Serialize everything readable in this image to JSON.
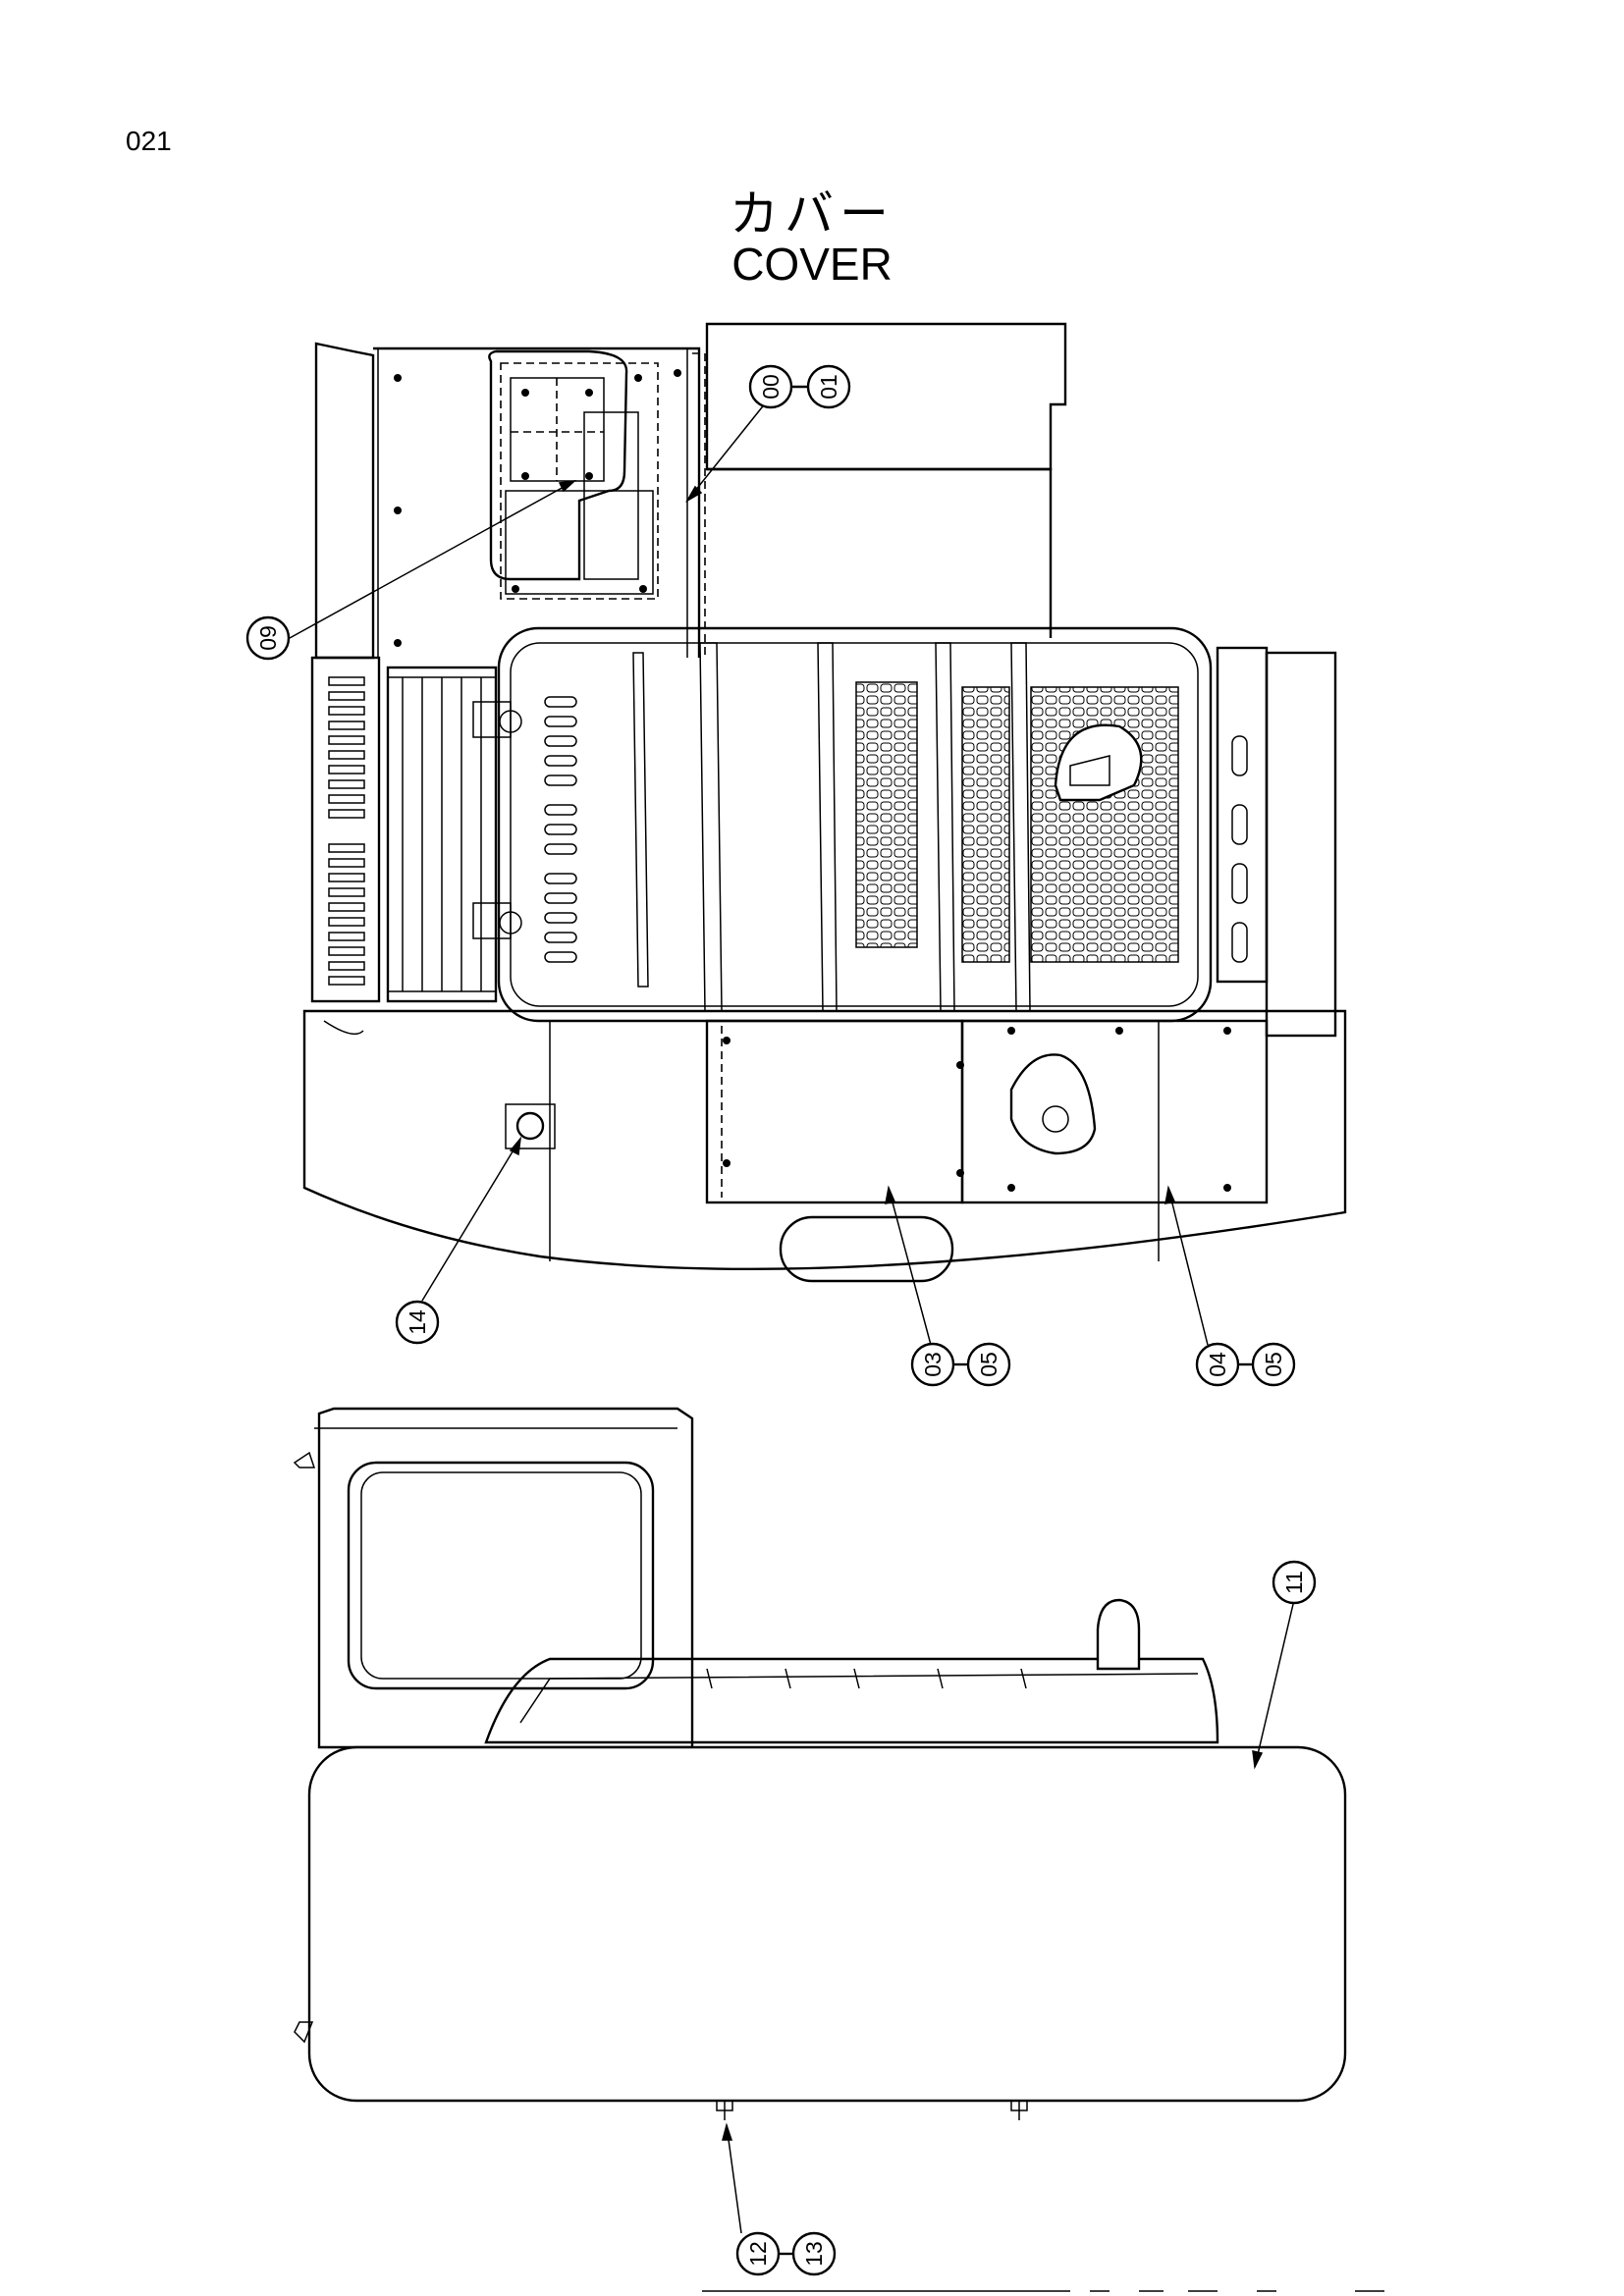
{
  "page": {
    "number": "021"
  },
  "title": {
    "japanese": "カバー",
    "english": "COVER"
  },
  "callouts": [
    {
      "id": "c00",
      "label": "00"
    },
    {
      "id": "c01",
      "label": "01"
    },
    {
      "id": "c09",
      "label": "09"
    },
    {
      "id": "c14",
      "label": "14"
    },
    {
      "id": "c03",
      "label": "03"
    },
    {
      "id": "c05a",
      "label": "05"
    },
    {
      "id": "c04",
      "label": "04"
    },
    {
      "id": "c05b",
      "label": "05"
    },
    {
      "id": "c11",
      "label": "11"
    },
    {
      "id": "c12",
      "label": "12"
    },
    {
      "id": "c13",
      "label": "13"
    }
  ]
}
